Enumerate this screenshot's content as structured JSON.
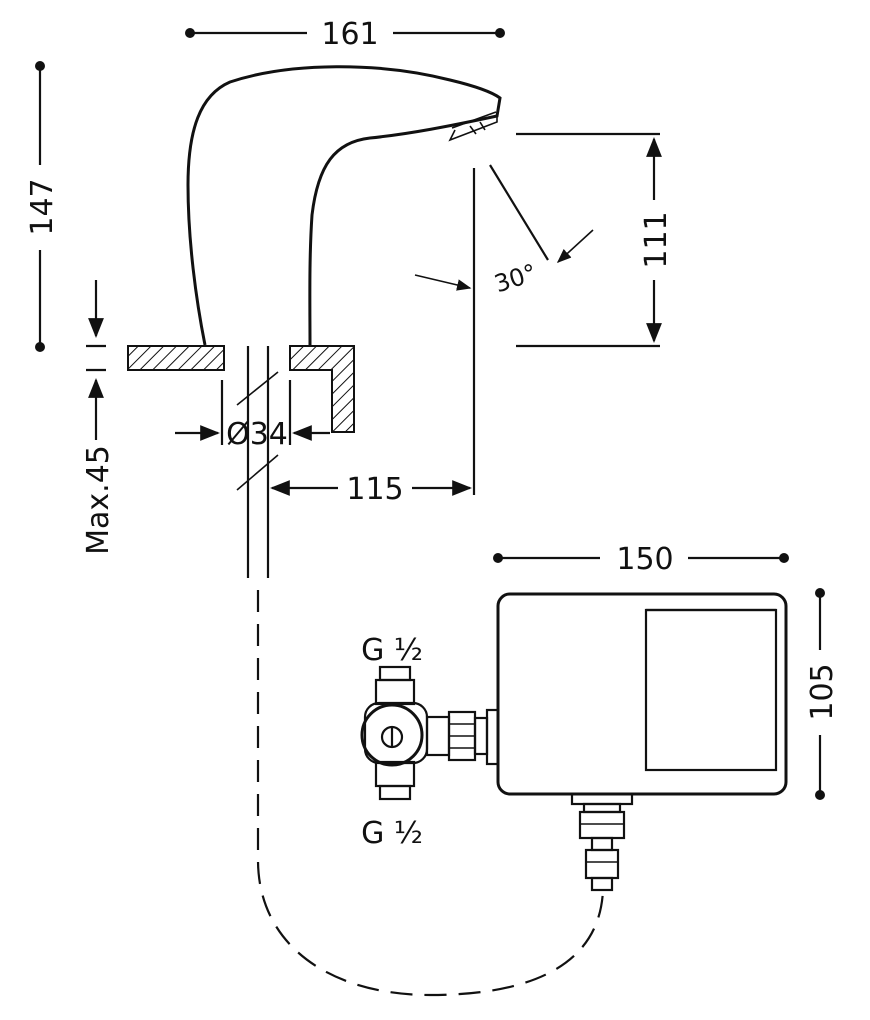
{
  "dimensions": {
    "spout_width": "161",
    "total_height": "147",
    "spout_clearance": "111",
    "spray_angle": "30°",
    "hole_diameter": "Ø34",
    "reach": "115",
    "max_counter_thickness": "Max.45",
    "box_width": "150",
    "box_height": "105"
  },
  "connections": {
    "inlet_top": "G ½",
    "inlet_bottom": "G ½"
  }
}
